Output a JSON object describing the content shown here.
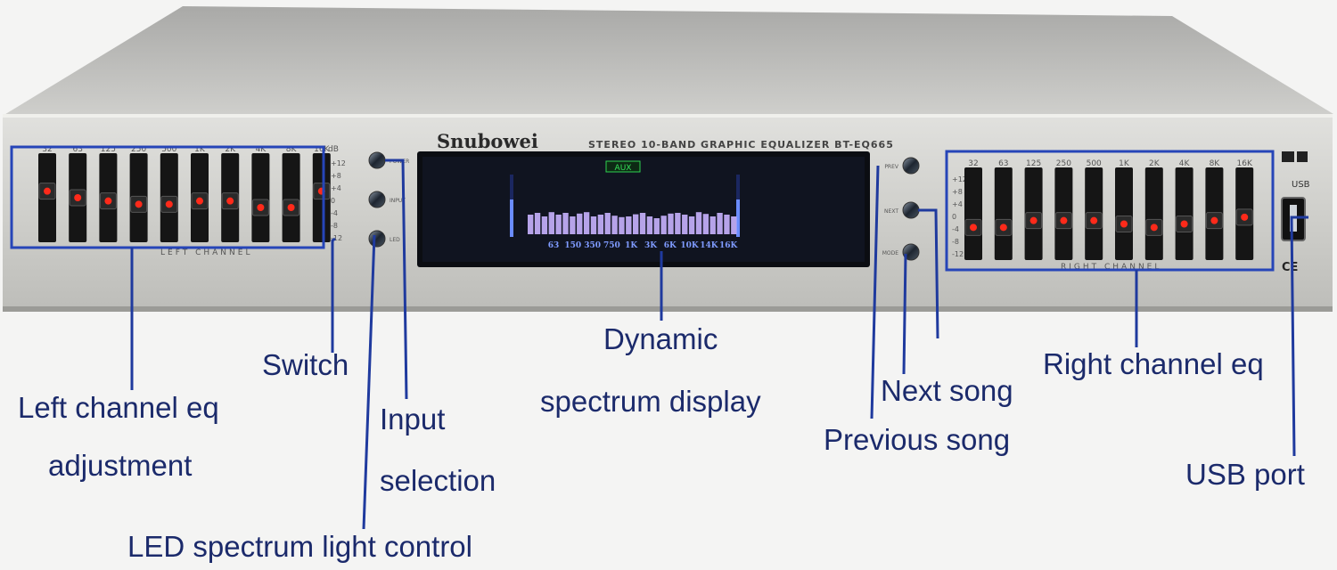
{
  "device": {
    "brand": "Snubowei",
    "model_text": "STEREO 10-BAND GRAPHIC EQUALIZER BT-EQ665",
    "db_label": "dB",
    "db_scale": [
      "+12",
      "+8",
      "+4",
      "0",
      "-4",
      "-8",
      "-12"
    ],
    "left": {
      "freq_labels": [
        "32",
        "63",
        "125",
        "250",
        "500",
        "1K",
        "2K",
        "4K",
        "8K",
        "16K"
      ],
      "channel_label": "LEFT CHANNEL",
      "slider_levels_db": [
        2,
        0,
        -1,
        -2,
        -2,
        -1,
        -1,
        -3,
        -3,
        2
      ]
    },
    "right": {
      "freq_labels": [
        "32",
        "63",
        "125",
        "250",
        "500",
        "1K",
        "2K",
        "4K",
        "8K",
        "16K"
      ],
      "channel_label": "RIGHT CHANNEL",
      "slider_levels_db": [
        -4,
        -4,
        -2,
        -2,
        -2,
        -3,
        -4,
        -3,
        -2,
        -1
      ]
    },
    "display": {
      "mode_badge": "AUX",
      "freq_labels": [
        "63",
        "150",
        "350",
        "750",
        "1K",
        "3K",
        "6K",
        "10K",
        "14K",
        "16K"
      ],
      "spectrum_levels": [
        0.55,
        0.6,
        0.5,
        0.62,
        0.55,
        0.6,
        0.5,
        0.58,
        0.62,
        0.5,
        0.55,
        0.6,
        0.52,
        0.48,
        0.5,
        0.56,
        0.6,
        0.5,
        0.45,
        0.52,
        0.58,
        0.6,
        0.55,
        0.5,
        0.62,
        0.57,
        0.5,
        0.6,
        0.55,
        0.5
      ],
      "left_meter_level": 0.6,
      "right_meter_level": 0.6
    },
    "left_buttons": [
      "POWER",
      "INPUT",
      "LED"
    ],
    "right_buttons": [
      "PREV",
      "NEXT",
      "MODE"
    ],
    "usb_label": "USB",
    "ce_mark": "CE"
  },
  "callouts": {
    "left_eq": [
      "Left channel eq",
      "adjustment"
    ],
    "switch": "Switch",
    "input": [
      "Input",
      "selection"
    ],
    "led": "LED spectrum light control",
    "dynamic": [
      "Dynamic",
      "spectrum display"
    ],
    "next": "Next song",
    "previous": "Previous song",
    "right_eq": "Right channel eq",
    "usb": "USB port"
  },
  "colors": {
    "label_text": "#1b2a6b",
    "pointer_line": "#1f3a9e",
    "slider_led": "#ff2a1a",
    "display_glow": "#6a8cff"
  }
}
